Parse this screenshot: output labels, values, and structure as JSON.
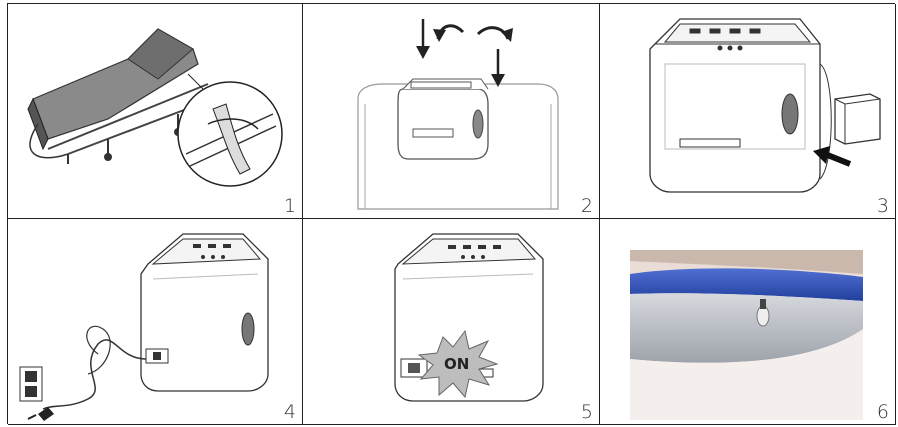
{
  "steps": [
    {
      "number": "1",
      "illustration": "bed-strap-icon"
    },
    {
      "number": "2",
      "illustration": "mount-pump-icon"
    },
    {
      "number": "3",
      "illustration": "insert-battery-icon"
    },
    {
      "number": "4",
      "illustration": "plug-power-icon"
    },
    {
      "number": "5",
      "illustration": "power-on-icon"
    },
    {
      "number": "6",
      "illustration": "mattress-photo"
    }
  ],
  "power_label": "ON",
  "colors": {
    "line": "#222222",
    "mattress_blue": "#2f4fb8",
    "mattress_gray": "#c9ccd2"
  }
}
